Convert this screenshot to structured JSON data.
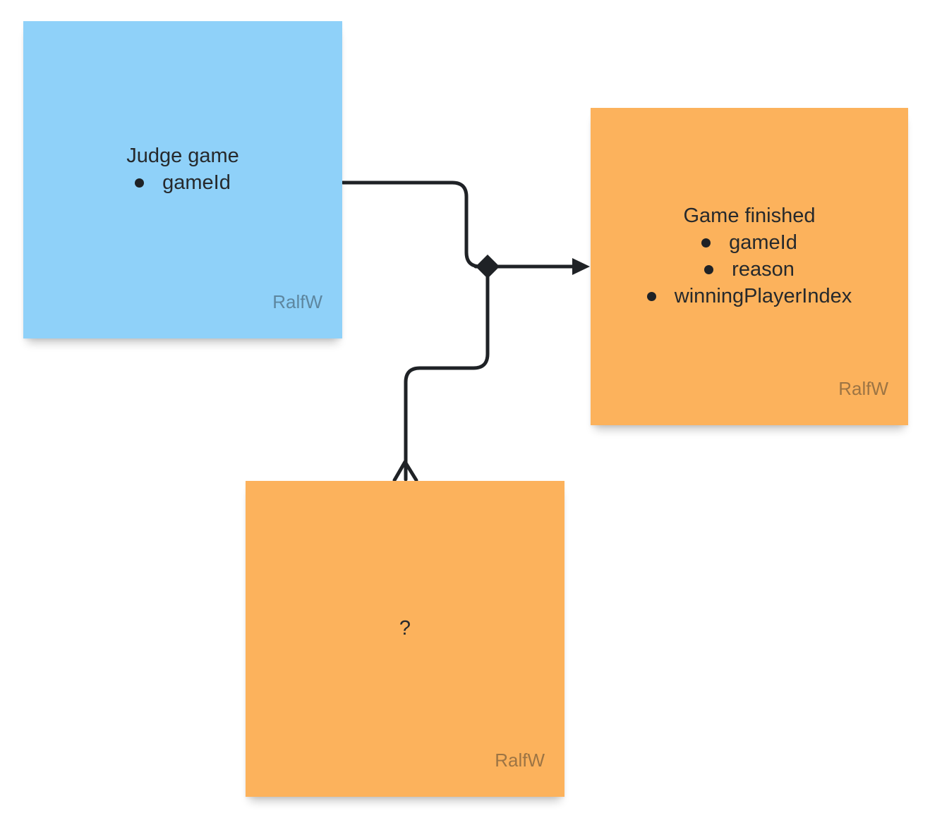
{
  "board": {
    "background_color": "#ffffff"
  },
  "connectors": {
    "color": "#1f2226",
    "junction_shape": "diamond",
    "end_arrow": "solid-triangle",
    "start_arrow": "open-arrow"
  },
  "notes": [
    {
      "id": "judge-game",
      "color": "#8FD1F9",
      "title": "Judge game",
      "items": [
        "gameId"
      ],
      "author": "RalfW"
    },
    {
      "id": "game-finished",
      "color": "#FCB25C",
      "title": "Game finished",
      "items": [
        "gameId",
        "reason",
        "winningPlayerIndex"
      ],
      "author": "RalfW"
    },
    {
      "id": "unknown",
      "color": "#FCB25C",
      "title": "?",
      "items": [],
      "author": "RalfW"
    }
  ]
}
